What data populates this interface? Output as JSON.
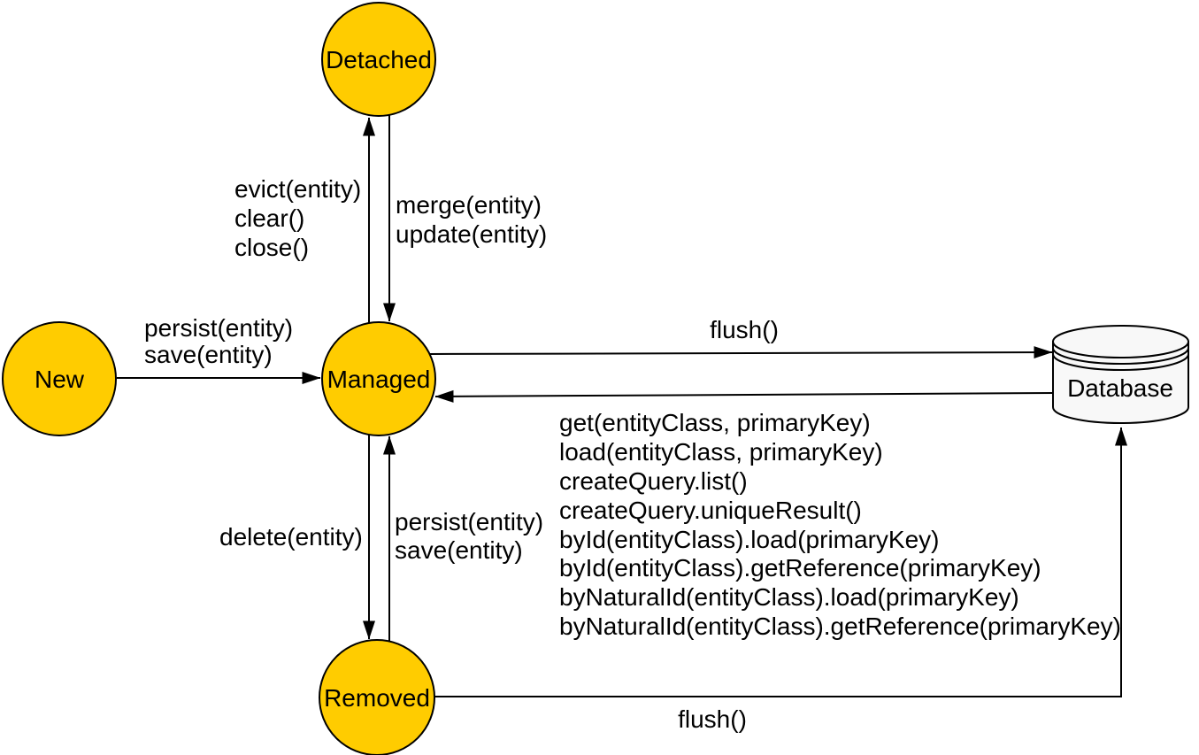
{
  "nodes": {
    "new": {
      "label": "New"
    },
    "detached": {
      "label": "Detached"
    },
    "managed": {
      "label": "Managed"
    },
    "removed": {
      "label": "Removed"
    },
    "database": {
      "label": "Database"
    }
  },
  "edges": {
    "new_to_managed": {
      "labels": [
        "persist(entity)",
        "save(entity)"
      ]
    },
    "managed_to_detached": {
      "labels": [
        "evict(entity)",
        "clear()",
        "close()"
      ]
    },
    "detached_to_managed": {
      "labels": [
        "merge(entity)",
        "update(entity)"
      ]
    },
    "managed_to_database": {
      "labels": [
        "flush()"
      ]
    },
    "database_to_managed": {
      "labels": [
        "get(entityClass, primaryKey)",
        "load(entityClass, primaryKey)",
        "createQuery.list()",
        "createQuery.uniqueResult()",
        "byId(entityClass).load(primaryKey)",
        "byId(entityClass).getReference(primaryKey)",
        "byNaturalId(entityClass).load(primaryKey)",
        "byNaturalId(entityClass).getReference(primaryKey)"
      ]
    },
    "managed_to_removed": {
      "labels": [
        "delete(entity)"
      ]
    },
    "removed_to_managed": {
      "labels": [
        "persist(entity)",
        "save(entity)"
      ]
    },
    "removed_to_database": {
      "labels": [
        "flush()"
      ]
    }
  },
  "colors": {
    "state_fill": "#FFCC00",
    "state_stroke": "#000000",
    "database_fill": "#F8F8F8",
    "line": "#000000",
    "text": "#000000",
    "background": "#FFFFFF"
  }
}
